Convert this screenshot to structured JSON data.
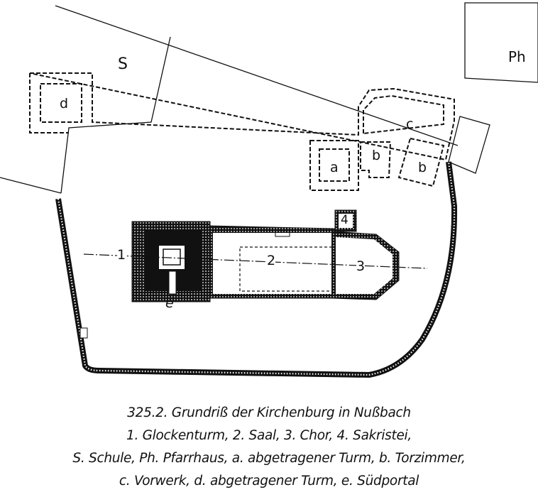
{
  "labels": {
    "S": "S",
    "Ph": "Ph",
    "d": "d",
    "c": "c",
    "a": "a",
    "b1": "b",
    "b2": "b",
    "n1": "1",
    "n2": "2",
    "n3": "3",
    "n4": "4",
    "e": "e"
  },
  "caption": {
    "title": "325.2. Grundriß der Kirchenburg in Nußbach",
    "line2": "1. Glockenturm, 2. Saal, 3. Chor, 4. Sakristei,",
    "line3": "S. Schule, Ph. Pfarrhaus, a. abgetragener Turm, b. Torzimmer,",
    "line4": "c. Vorwerk, d. abgetragener Turm, e. Südportal"
  },
  "colors": {
    "ink": "#111111",
    "paper": "#ffffff"
  }
}
